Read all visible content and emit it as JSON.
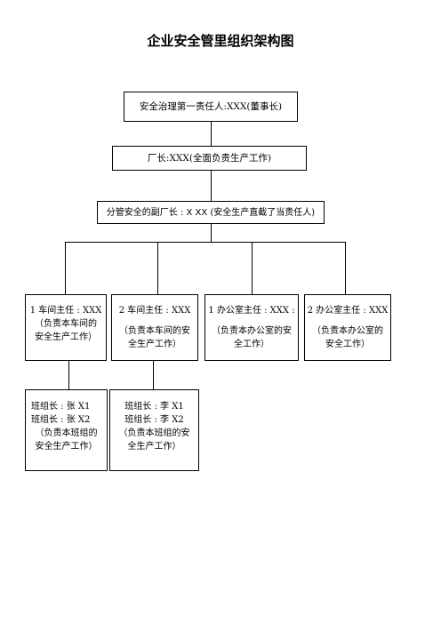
{
  "title": "企业安全管里组织架构图",
  "nodes": {
    "top": "安全治理第一责任人:XXX(董事长)",
    "factory": "厂长:XXX(全面负责生产工作)",
    "deputy": "分管安全的副厂长 : X XX (安全生产直截了当责任人)",
    "workshop1": [
      "1 车间主任 : XXX",
      "（负责本车间的",
      "安全生产工作）"
    ],
    "workshop2": [
      "2 车间主任 : XXX",
      "（负责本车间的安",
      "全生产工作）"
    ],
    "office1": [
      "1 办公室主任 : XXX :",
      "（负责本办公室的安",
      "全工作）"
    ],
    "office2": [
      "2 办公室主任 : XXX",
      "（负责本办公室的",
      "安全工作）"
    ],
    "team1": [
      "班组长 : 张 X1",
      "班组长 : 张 X2",
      "（负责本班组的",
      "安全生产工作）"
    ],
    "team2": [
      "班组长 : 李 X1",
      "班组长 :   李 X2",
      "（负责本班组的安",
      "全生产工作）"
    ]
  }
}
